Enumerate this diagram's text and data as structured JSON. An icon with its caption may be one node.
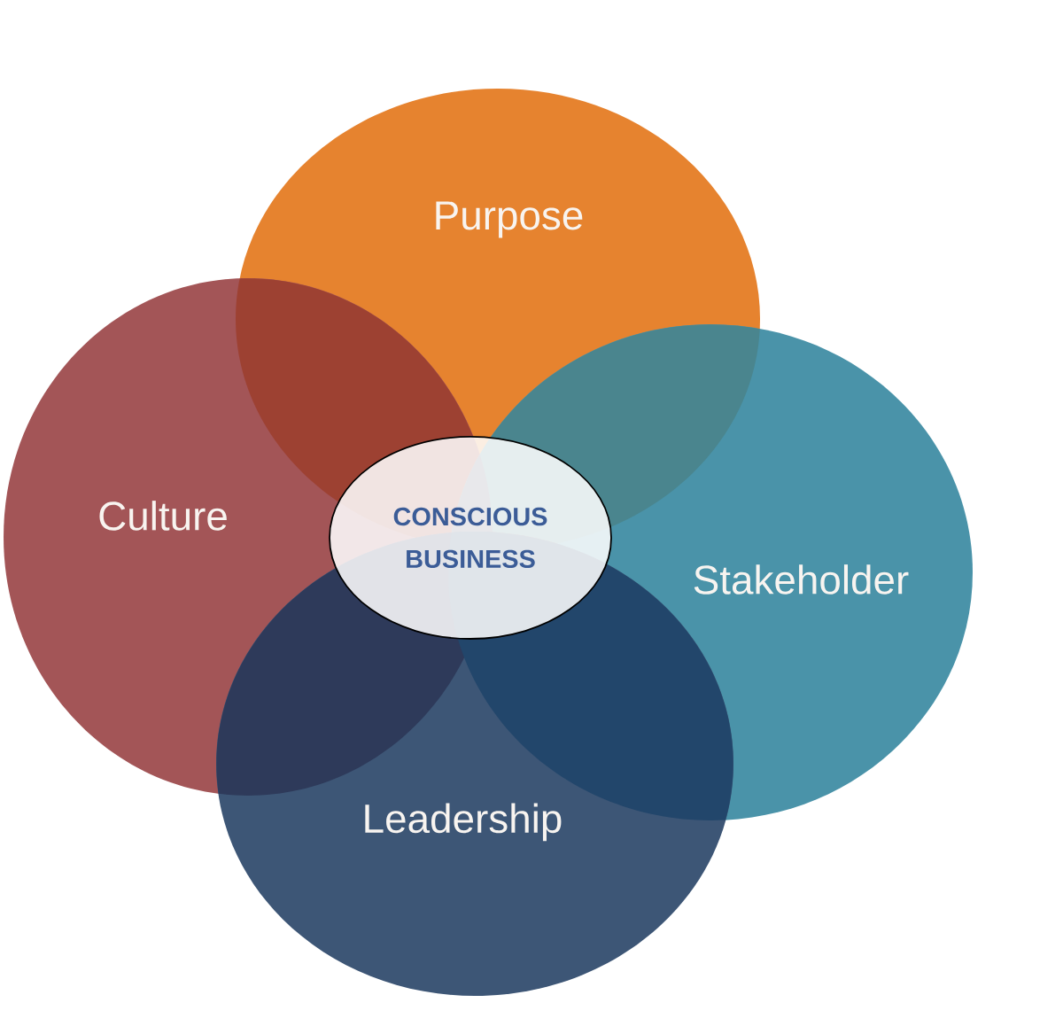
{
  "diagram": {
    "nodes": [
      {
        "text": [
          "Purpose"
        ]
      },
      {
        "text": [
          "Culture"
        ]
      },
      {
        "text": [
          "CONSCIOUS BUSINESS"
        ]
      },
      {
        "text": [
          "Stakeholder"
        ]
      },
      {
        "text": [
          "Leadership"
        ]
      }
    ]
  }
}
